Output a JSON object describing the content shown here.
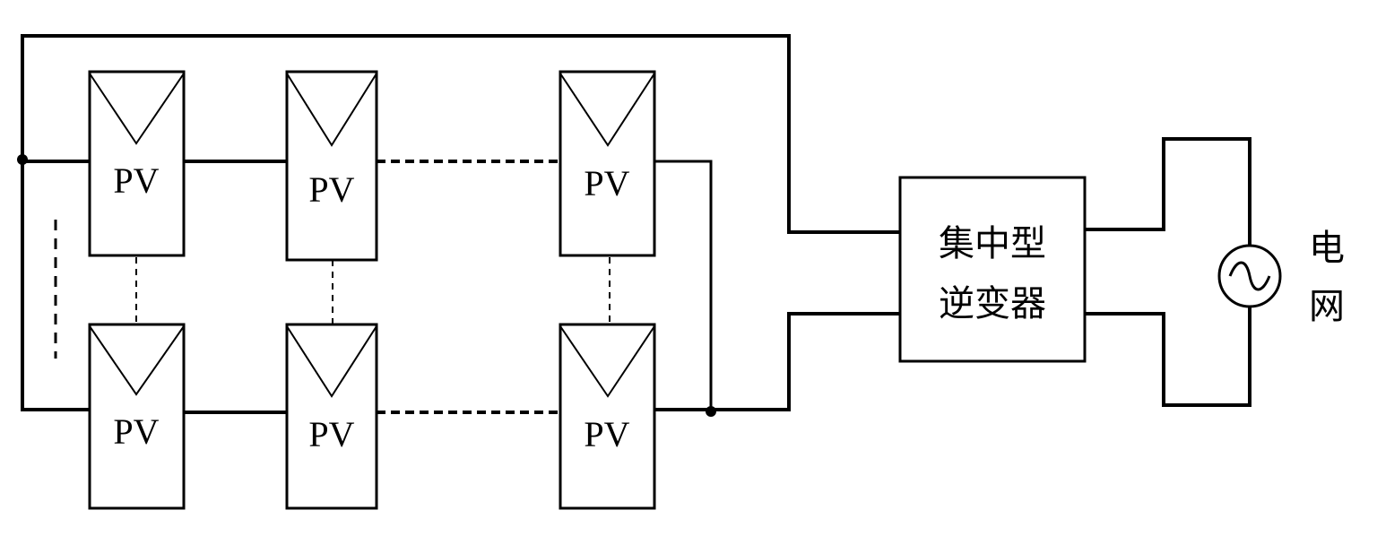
{
  "diagram": {
    "pv_label": "PV",
    "modules": [
      {
        "label": "PV"
      },
      {
        "label": "PV"
      },
      {
        "label": "PV"
      },
      {
        "label": "PV"
      },
      {
        "label": "PV"
      },
      {
        "label": "PV"
      }
    ],
    "inverter": {
      "line1": "集中型",
      "line2": "逆变器"
    },
    "grid": {
      "line1": "电",
      "line2": "网"
    },
    "icons": {
      "pv_panel": "triangle-panel-icon",
      "grid_source": "ac-sine-source-icon"
    }
  }
}
